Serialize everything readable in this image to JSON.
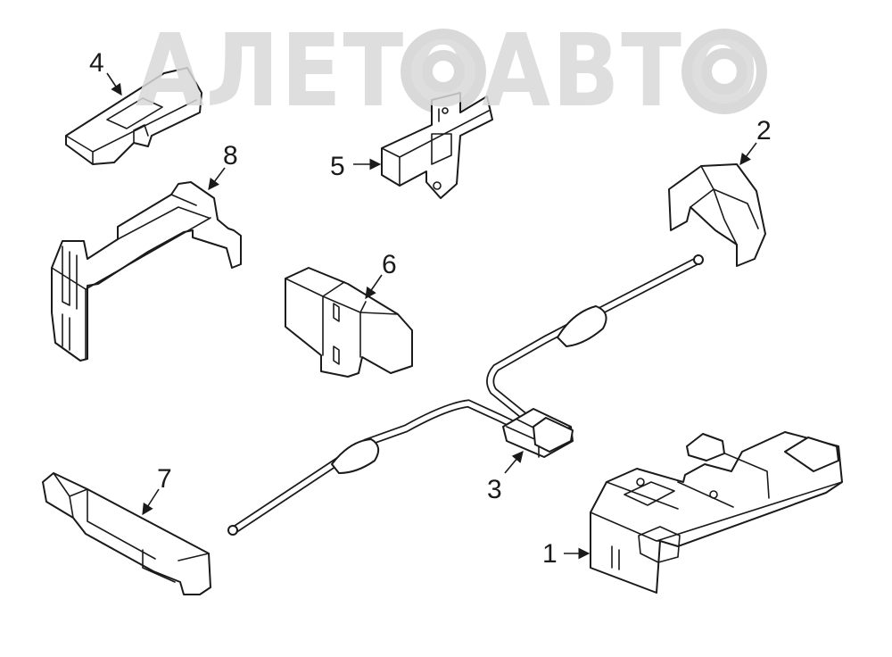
{
  "watermark": {
    "text": "АЛЕТОАВТО",
    "color": "#d9d9d9"
  },
  "callouts": {
    "part_1": "1",
    "part_2": "2",
    "part_3": "3",
    "part_4": "4",
    "part_5": "5",
    "part_6": "6",
    "part_7": "7",
    "part_8": "8"
  },
  "colors": {
    "line": "#1a1a1a",
    "background": "#ffffff"
  }
}
